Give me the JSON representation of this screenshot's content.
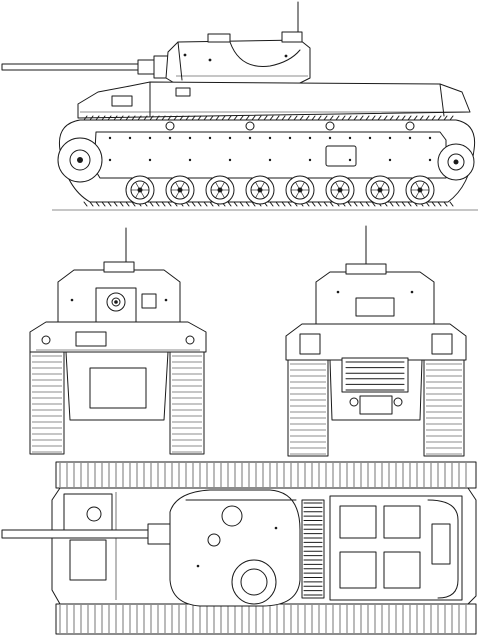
{
  "drawing": {
    "views": [
      {
        "id": "side",
        "label": ""
      },
      {
        "id": "front",
        "label": ""
      },
      {
        "id": "rear",
        "label": ""
      },
      {
        "id": "top",
        "label": ""
      }
    ],
    "side_view": {
      "road_wheel_count": 8,
      "return_roller_count": 4
    },
    "front_view": {},
    "rear_view": {
      "grille_slat_count": 6
    },
    "top_view": {
      "engine_grille_bar_count": 22
    },
    "ink_color": "#1a1a1a",
    "paper_color": "#ffffff",
    "credit": ""
  }
}
